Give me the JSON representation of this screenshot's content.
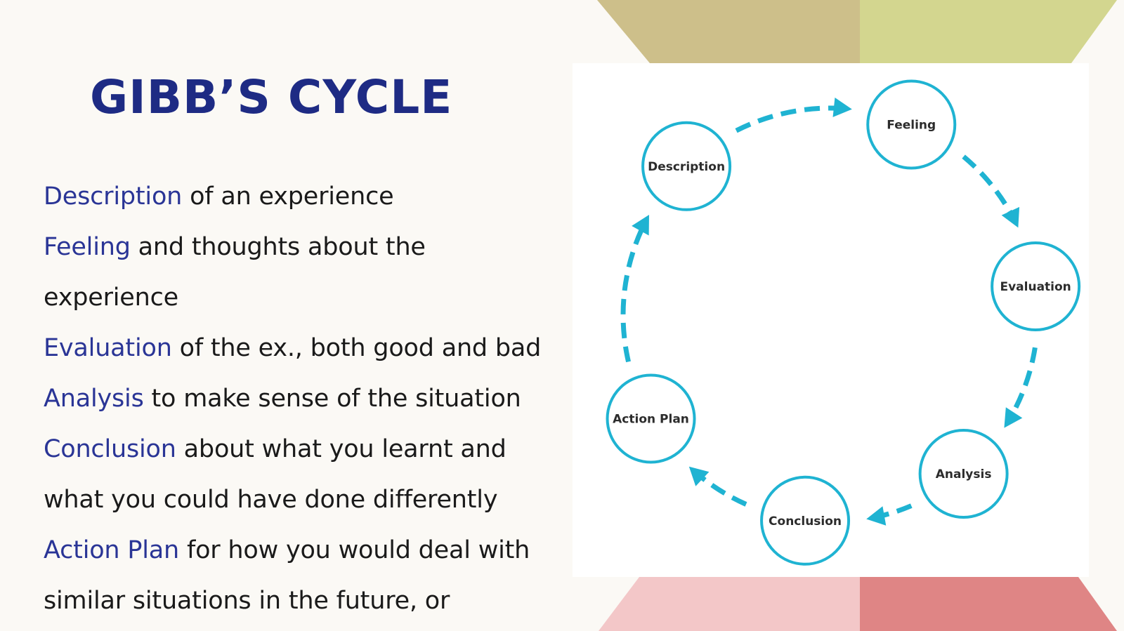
{
  "slide": {
    "title": "GIBB’S CYCLE",
    "lines": [
      {
        "keyword": "Description",
        "rest": " of an experience"
      },
      {
        "keyword": "Feeling",
        "rest": " and thoughts about the"
      },
      {
        "keyword": "",
        "rest": "experience"
      },
      {
        "keyword": "Evaluation",
        "rest": " of the ex., both good and bad"
      },
      {
        "keyword": "Analysis",
        "rest": " to make sense of the situation"
      },
      {
        "keyword": "Conclusion",
        "rest": " about what you learnt and"
      },
      {
        "keyword": "",
        "rest": "what you could have done differently"
      },
      {
        "keyword": "Action Plan",
        "rest": " for how you would deal with"
      },
      {
        "keyword": "",
        "rest": "similar situations in the future, or"
      }
    ]
  },
  "diagram": {
    "nodes": [
      {
        "label": "Feeling"
      },
      {
        "label": "Evaluation"
      },
      {
        "label": "Analysis"
      },
      {
        "label": "Conclusion"
      },
      {
        "label": "Action Plan"
      },
      {
        "label": "Description"
      }
    ]
  },
  "colors": {
    "title": "#1e2b84",
    "keyword": "#2a3596",
    "cycle": "#1fb3d2",
    "deco_top_left": "#cdbf8a",
    "deco_top_right": "#d3d68f",
    "deco_bottom_left": "#f3c7c8",
    "deco_bottom_right": "#df8585"
  }
}
